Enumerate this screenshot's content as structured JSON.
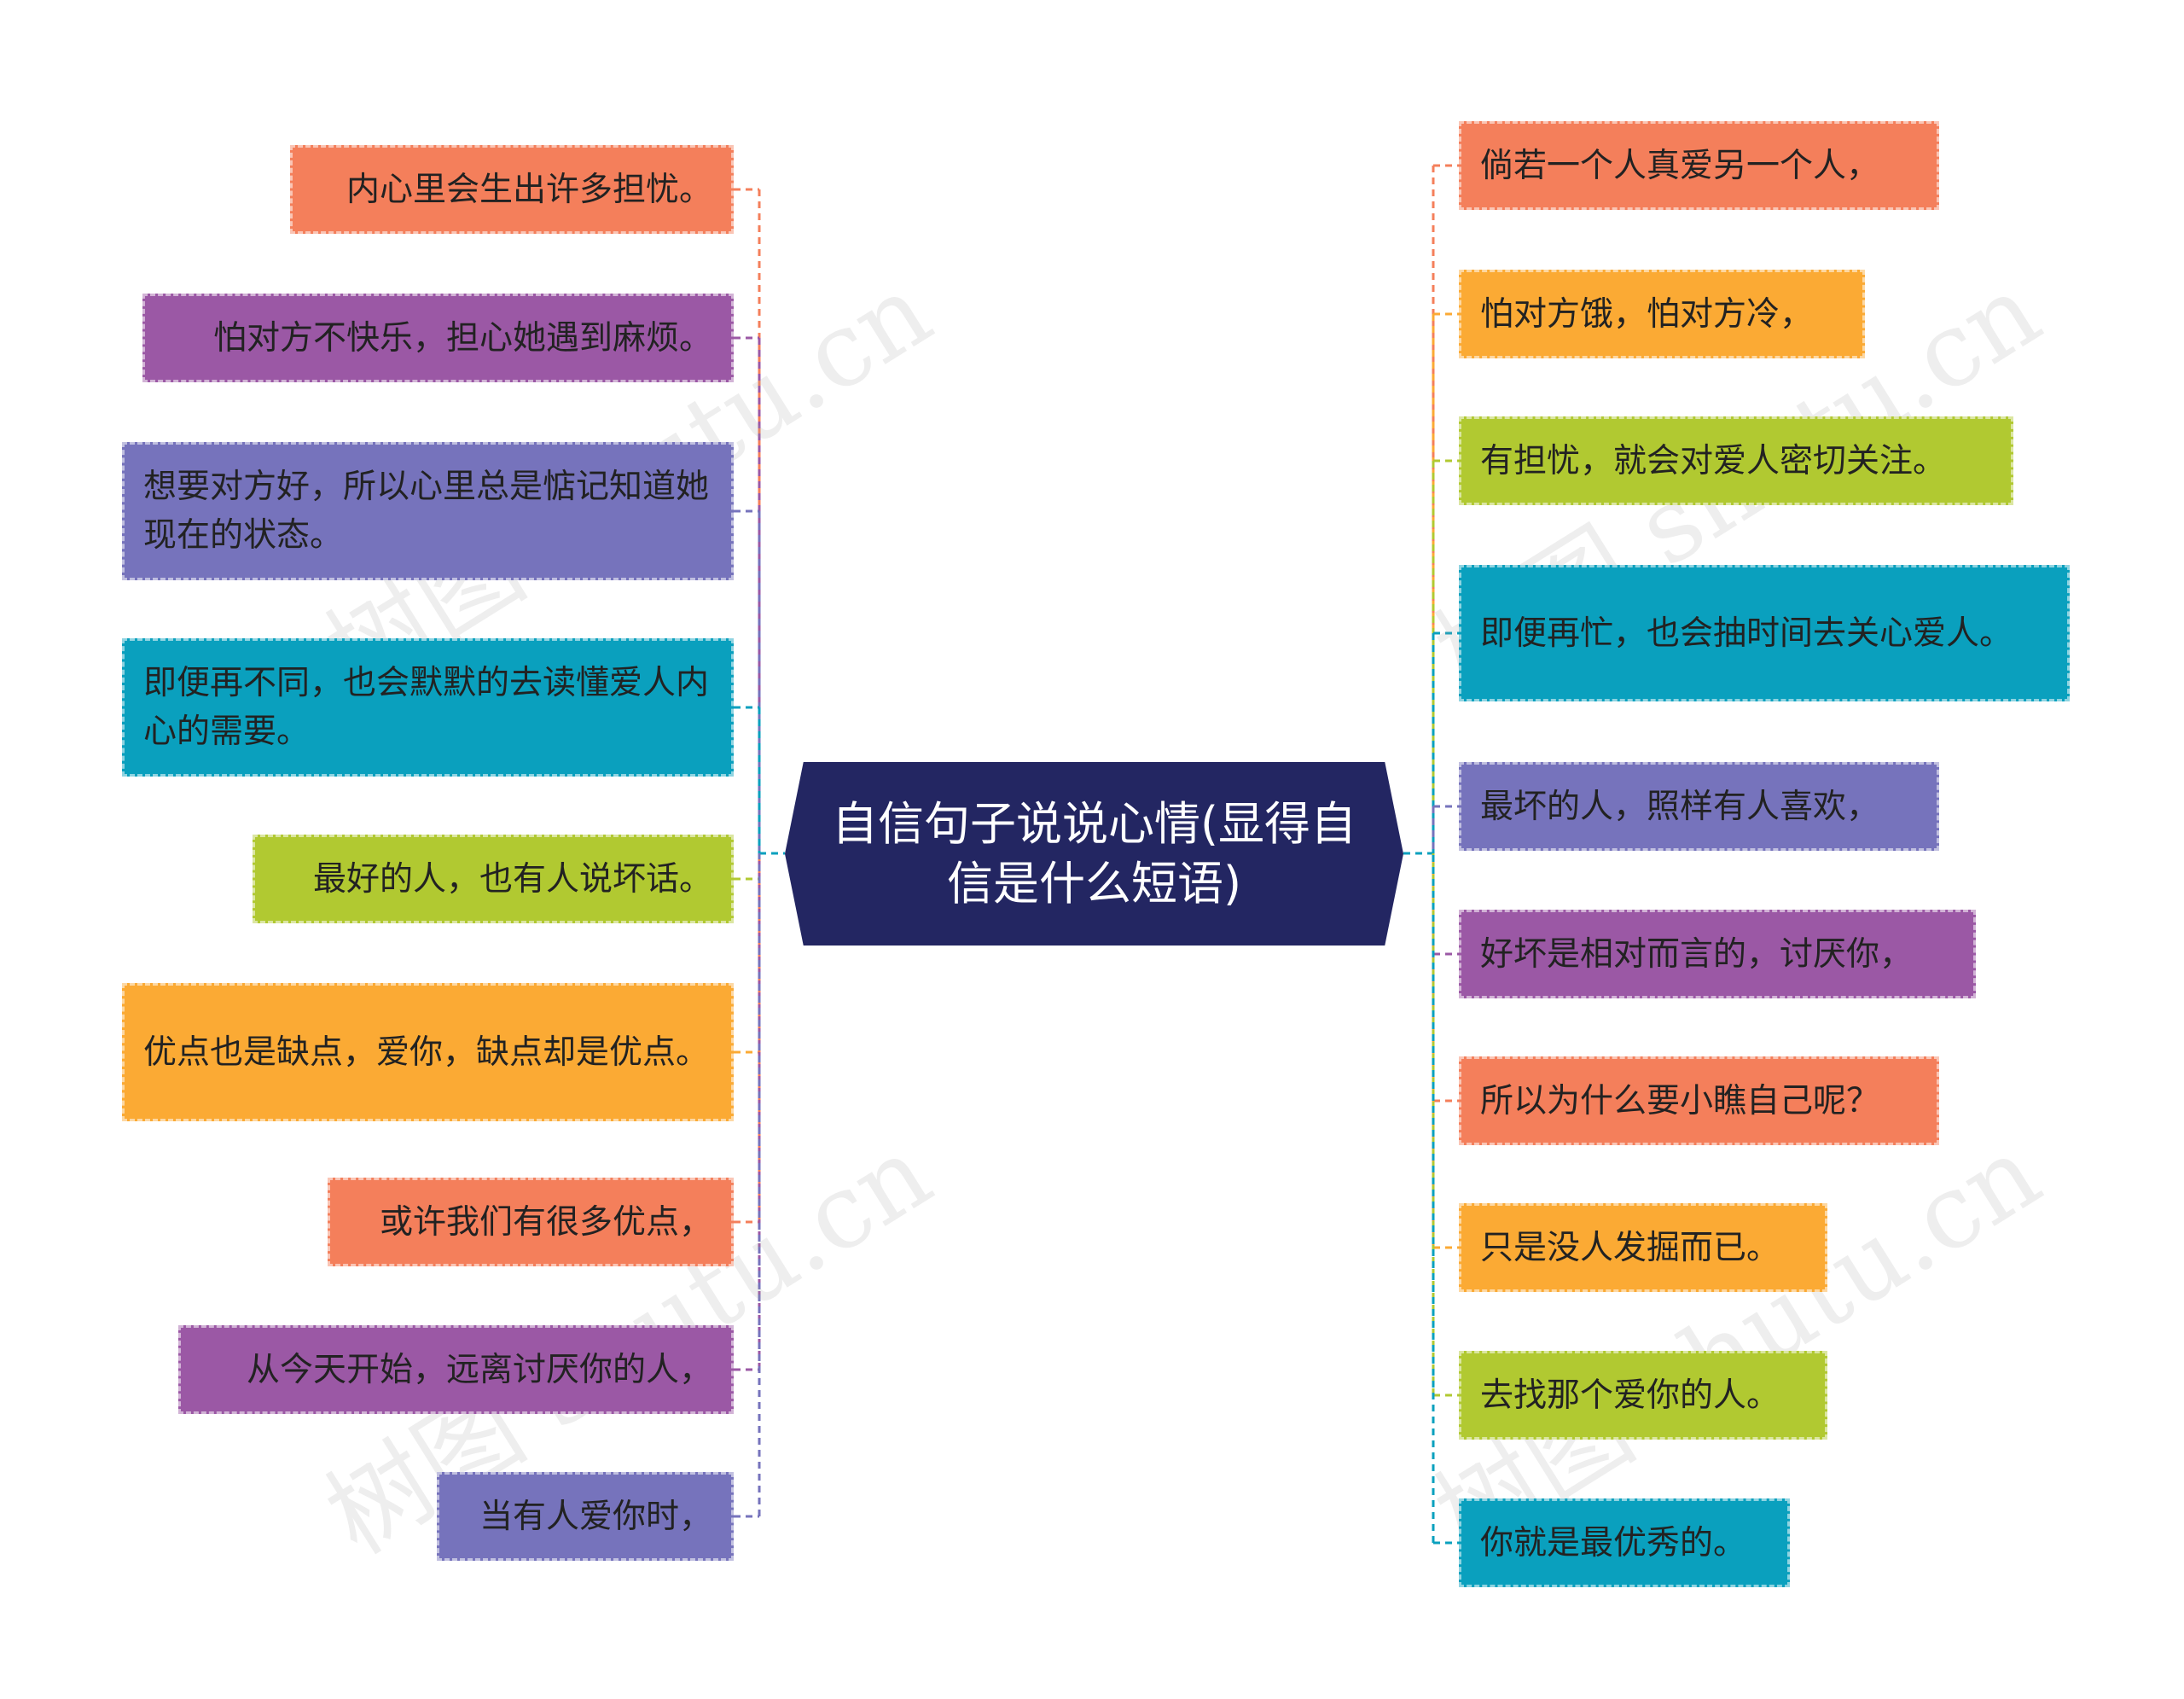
{
  "center": {
    "text": "自信句子说说心情(显得自信是什么短语)",
    "color": "#232662"
  },
  "left_nodes": [
    {
      "text": "内心里会生出许多担忧。",
      "color": "#F47F5B"
    },
    {
      "text": "怕对方不快乐，担心她遇到麻烦。",
      "color": "#9B58A5"
    },
    {
      "text": "想要对方好，所以心里总是惦记知道她现在的状态。",
      "color": "#7673BC"
    },
    {
      "text": "即便再不同，也会默默的去读懂爱人内心的需要。",
      "color": "#0AA0BE"
    },
    {
      "text": "最好的人，也有人说坏话。",
      "color": "#B1C931"
    },
    {
      "text": "优点也是缺点，爱你，缺点却是优点。",
      "color": "#FBAA34"
    },
    {
      "text": "或许我们有很多优点，",
      "color": "#F47F5B"
    },
    {
      "text": "从今天开始，远离讨厌你的人，",
      "color": "#9B58A5"
    },
    {
      "text": "当有人爱你时，",
      "color": "#7673BC"
    }
  ],
  "right_nodes": [
    {
      "text": "倘若一个人真爱另一个人，",
      "color": "#F47F5B"
    },
    {
      "text": "怕对方饿，怕对方冷，",
      "color": "#FBAA34"
    },
    {
      "text": "有担忧，就会对爱人密切关注。",
      "color": "#B1C931"
    },
    {
      "text": "即便再忙，也会抽时间去关心爱人。",
      "color": "#0AA0BE"
    },
    {
      "text": "最坏的人，照样有人喜欢，",
      "color": "#7673BC"
    },
    {
      "text": "好坏是相对而言的，讨厌你，",
      "color": "#9B58A5"
    },
    {
      "text": "所以为什么要小瞧自己呢？",
      "color": "#F47F5B"
    },
    {
      "text": "只是没人发掘而已。",
      "color": "#FBAA34"
    },
    {
      "text": "去找那个爱你的人。",
      "color": "#B1C931"
    },
    {
      "text": "你就是最优秀的。",
      "color": "#0AA0BE"
    }
  ],
  "watermark": "树图 shutu.cn"
}
